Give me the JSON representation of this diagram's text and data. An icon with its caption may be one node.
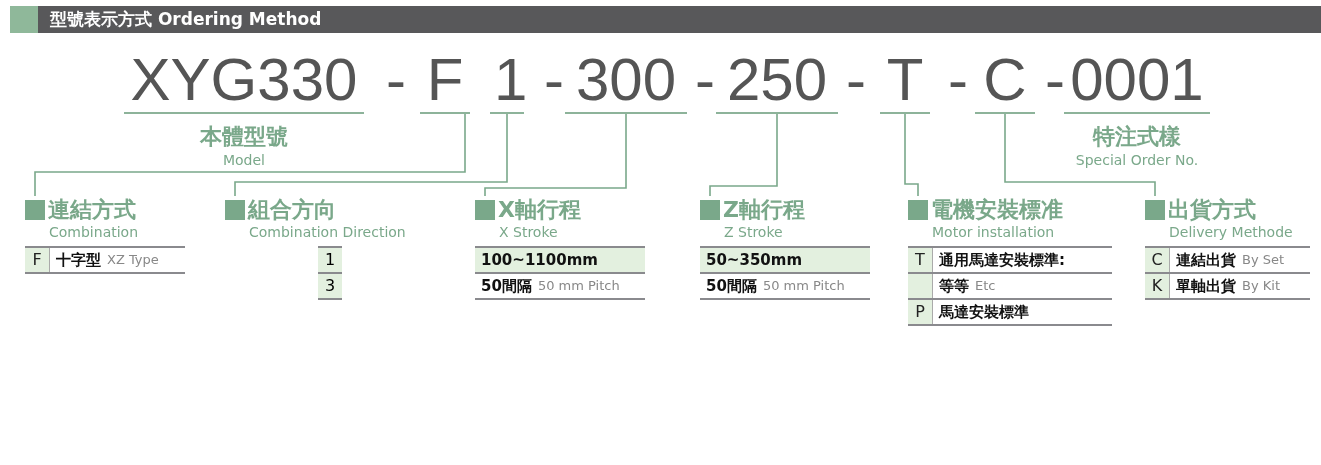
{
  "diagram": {
    "title": "型號表示方式 Ordering Method",
    "nodes": [
      {
        "text": [
          "XYG330"
        ],
        "beside": [
          "本體型號",
          "Model"
        ]
      },
      {
        "text": [
          "F"
        ]
      },
      {
        "text": [
          "1"
        ]
      },
      {
        "text": [
          "300"
        ]
      },
      {
        "text": [
          "250"
        ]
      },
      {
        "text": [
          "T"
        ]
      },
      {
        "text": [
          "C"
        ]
      },
      {
        "text": [
          "0001"
        ],
        "beside": [
          "特注式樣",
          "Special Order No."
        ]
      },
      {
        "text": [
          "連結方式",
          "Combination"
        ]
      },
      {
        "text": [
          "F",
          "十字型",
          "XZ Type"
        ]
      },
      {
        "text": [
          "組合方向",
          "Combination Direction"
        ]
      },
      {
        "text": [
          "1"
        ]
      },
      {
        "text": [
          "3"
        ]
      },
      {
        "text": [
          "X軸行程",
          "X Stroke"
        ]
      },
      {
        "text": [
          "100~1100mm"
        ]
      },
      {
        "text": [
          "50間隔",
          "50 mm Pitch"
        ]
      },
      {
        "text": [
          "Z軸行程",
          "Z Stroke"
        ]
      },
      {
        "text": [
          "50~350mm"
        ]
      },
      {
        "text": [
          "50間隔",
          "50 mm Pitch"
        ]
      },
      {
        "text": [
          "電機安裝標准",
          "Motor installation"
        ]
      },
      {
        "text": [
          "T",
          "通用馬達安裝標準:"
        ]
      },
      {
        "text": [
          "等等",
          "Etc"
        ]
      },
      {
        "text": [
          "P",
          "馬達安裝標準"
        ]
      },
      {
        "text": [
          "出貨方式",
          "Delivery Methode"
        ]
      },
      {
        "text": [
          "C",
          "連結出貨",
          "By Set"
        ]
      },
      {
        "text": [
          "K",
          "單軸出貨",
          "By Kit"
        ]
      }
    ],
    "edges": [
      {
        "from": 1,
        "to": 8,
        "arrow": "none"
      },
      {
        "from": 2,
        "to": 10,
        "arrow": "none"
      },
      {
        "from": 3,
        "to": 13,
        "arrow": "none"
      },
      {
        "from": 4,
        "to": 16,
        "arrow": "none"
      },
      {
        "from": 5,
        "to": 19,
        "arrow": "none"
      },
      {
        "from": 6,
        "to": 23,
        "arrow": "none"
      }
    ],
    "labels": [
      "-",
      "-",
      "-",
      "-",
      "-",
      "-"
    ]
  }
}
